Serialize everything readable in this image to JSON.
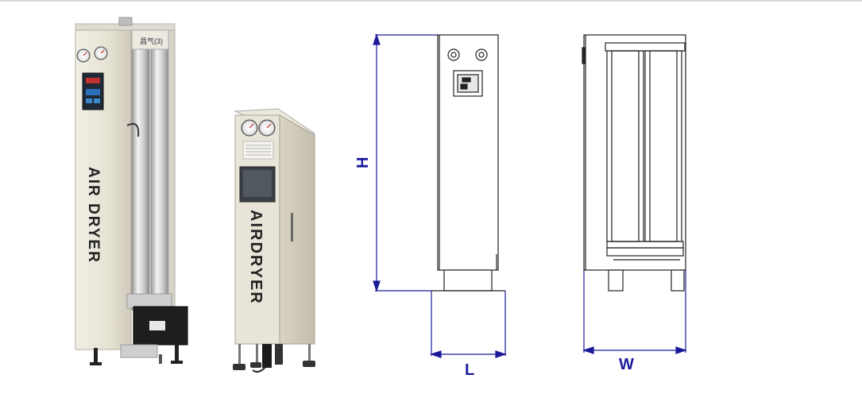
{
  "products": {
    "tall_dryer": {
      "label": "AIR DRYER",
      "badge": "昌气(3)"
    },
    "box_dryer": {
      "label": "AIRDRYER"
    }
  },
  "drawing": {
    "height_label": "H",
    "length_label": "L",
    "width_label": "W"
  },
  "colors": {
    "dimension": "#1b1b9a",
    "cabinet": "#e6e2d4",
    "panel_display": "#c23030"
  }
}
